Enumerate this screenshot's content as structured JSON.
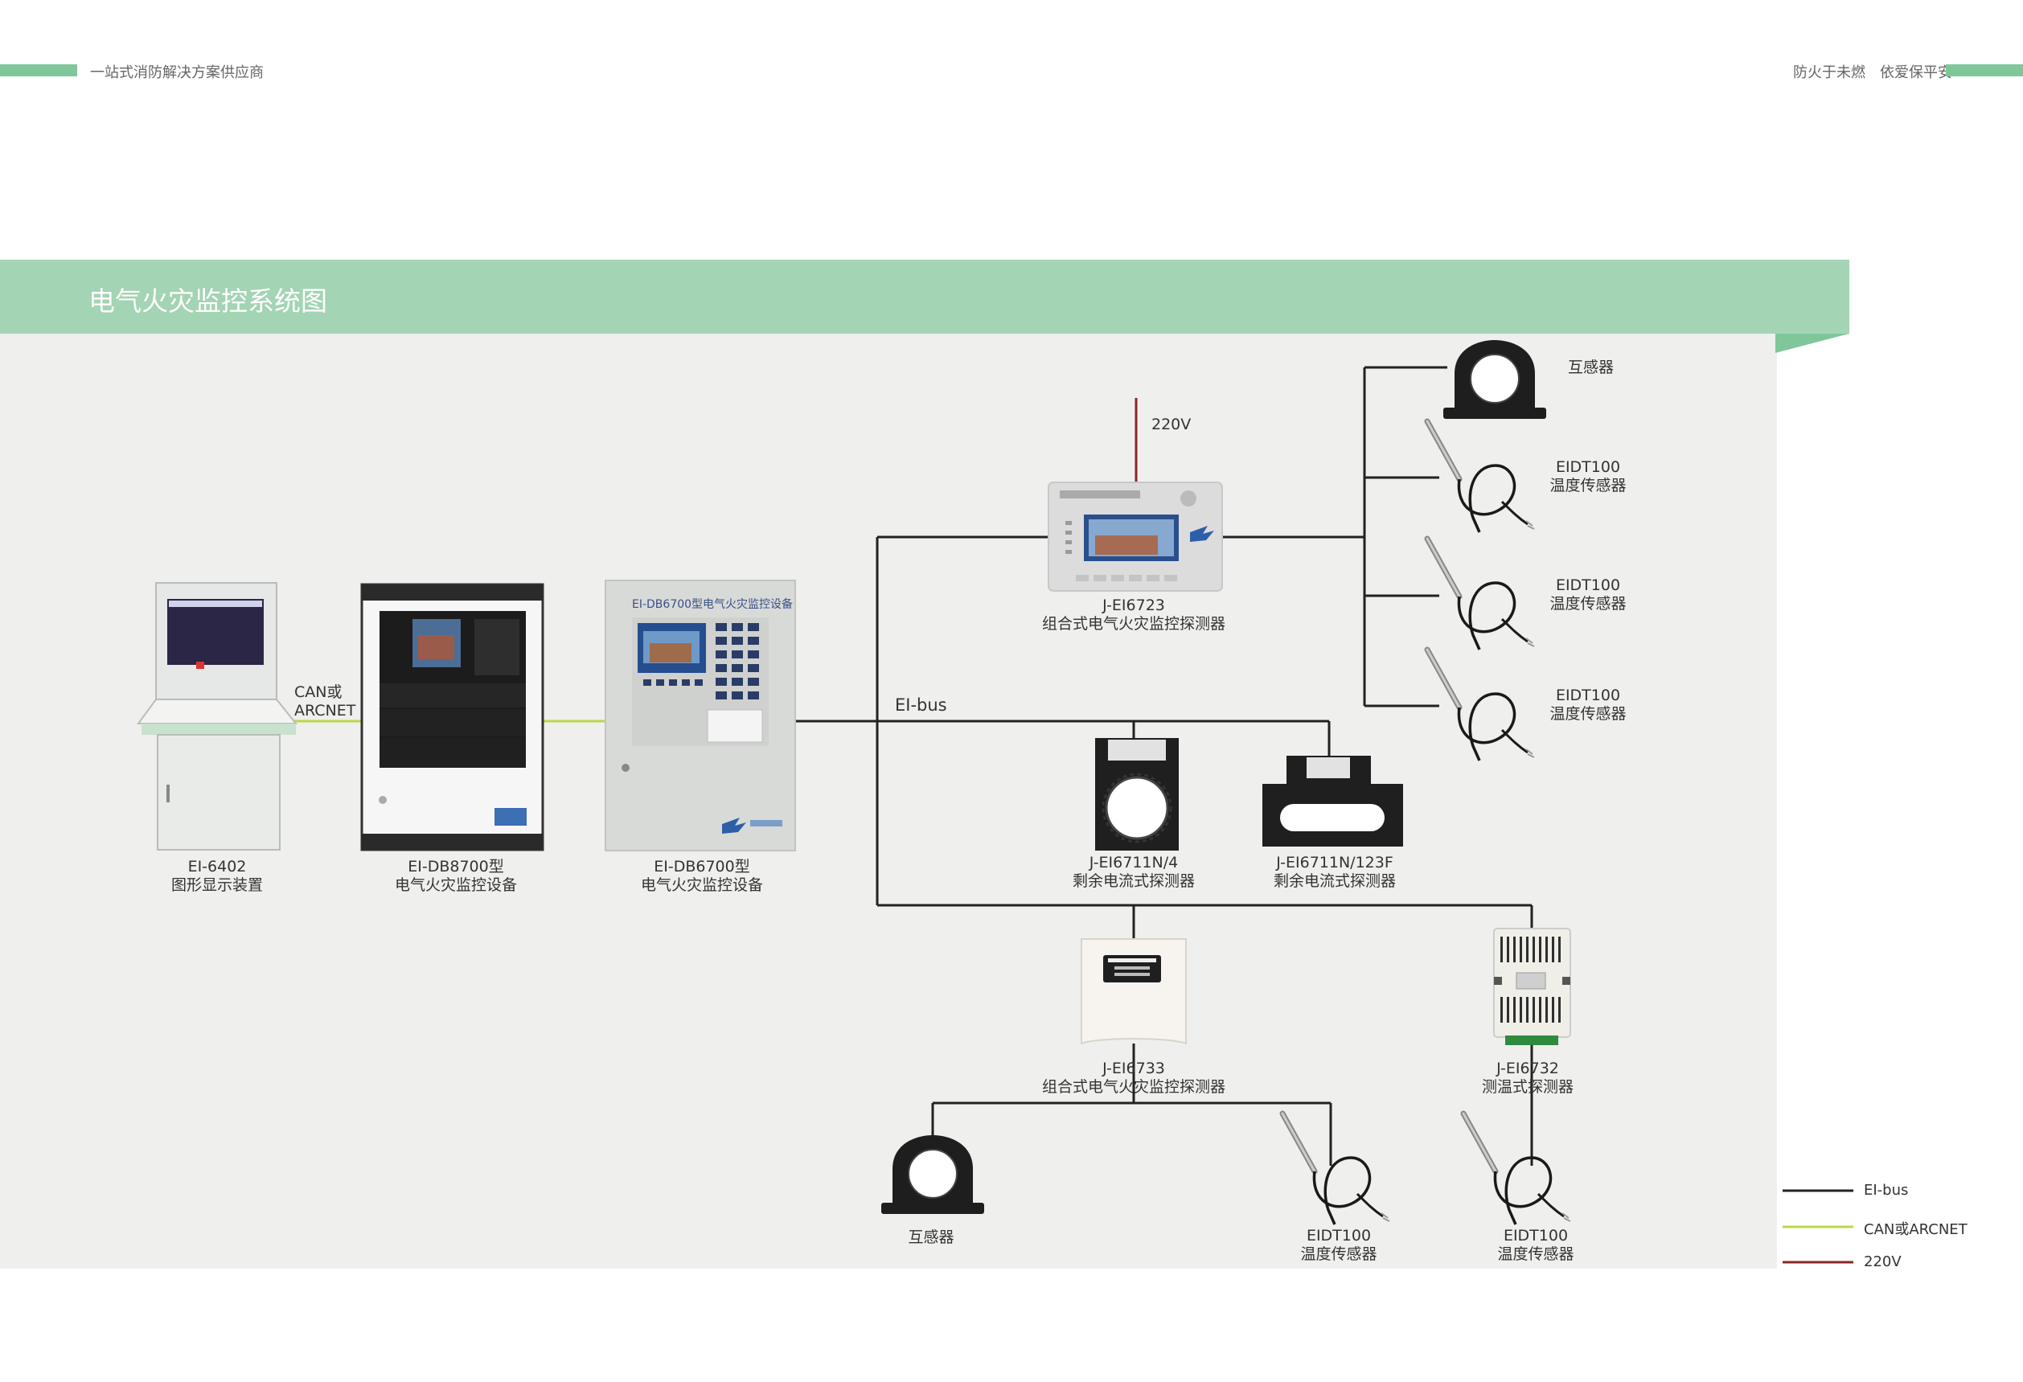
{
  "header": {
    "left_text": "一站式消防解决方案供应商",
    "right_text": "防火于未燃　依爱保平安"
  },
  "diagram": {
    "title": "电气火灾监控系统图",
    "bus_label": "EI-bus",
    "power_label": "220V",
    "can_label_1": "CAN或",
    "can_label_2": "ARCNET",
    "colors": {
      "bus": "#222222",
      "can": "#b9d84a",
      "power": "#8b2626",
      "banner": "#a3d4b3",
      "canvas": "#efefed",
      "accent": "#7fc79a"
    },
    "devices": {
      "graphic_display": {
        "model": "EI-6402",
        "name": "图形显示装置"
      },
      "db8700": {
        "model": "EI-DB8700型",
        "name": "电气火灾监控设备"
      },
      "db6700": {
        "model": "EI-DB6700型",
        "name": "电气火灾监控设备",
        "panel_text": "EI-DB6700型电气火灾监控设备"
      },
      "ei6723": {
        "model": "J-EI6723",
        "name": "组合式电气火灾监控探测器"
      },
      "ei6711_4": {
        "model": "J-EI6711N/4",
        "name": "剩余电流式探测器"
      },
      "ei6711_123f": {
        "model": "J-EI6711N/123F",
        "name": "剩余电流式探测器"
      },
      "ei6733": {
        "model": "J-EI6733",
        "name": "组合式电气火灾监控探测器"
      },
      "ei6732": {
        "model": "J-EI6732",
        "name": "测温式探测器"
      },
      "ct_top": {
        "name": "互感器"
      },
      "ct_bottom": {
        "name": "互感器"
      },
      "temp_1": {
        "model": "EIDT100",
        "name": "温度传感器"
      },
      "temp_2": {
        "model": "EIDT100",
        "name": "温度传感器"
      },
      "temp_3": {
        "model": "EIDT100",
        "name": "温度传感器"
      },
      "temp_4": {
        "model": "EIDT100",
        "name": "温度传感器"
      },
      "temp_5": {
        "model": "EIDT100",
        "name": "温度传感器"
      }
    }
  },
  "legend": {
    "items": [
      {
        "label": "EI-bus",
        "color": "#222222"
      },
      {
        "label": "CAN或ARCNET",
        "color": "#b9d84a"
      },
      {
        "label": "220V",
        "color": "#8b2626"
      }
    ]
  }
}
